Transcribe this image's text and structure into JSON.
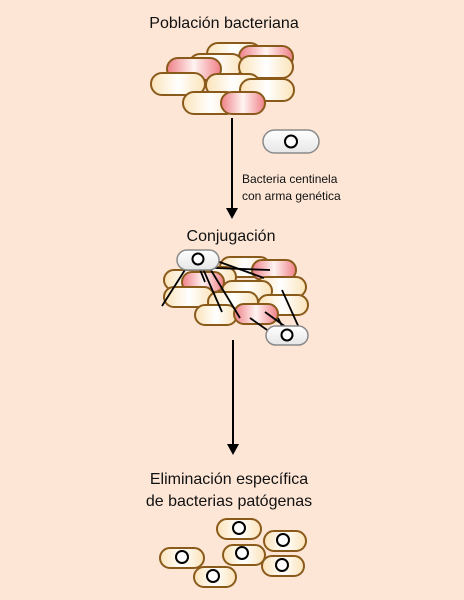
{
  "labels": {
    "population": "Población bacteriana",
    "sentinel_line1": "Bacteria centinela",
    "sentinel_line2": "con arma genética",
    "conjugation": "Conjugación",
    "elimination_line1": "Eliminación específica",
    "elimination_line2": "de bacterias patógenas"
  },
  "colors": {
    "background": "#fde6d6",
    "cell_outline": "#8a5a1a",
    "normal_cell_center": "#ffffff",
    "normal_cell_edge": "#fbe3b9",
    "pathogen_center": "#ffffff",
    "pathogen_edge": "#ef7f86",
    "sentinel_fill": "#f0f0f0",
    "sentinel_outline": "#8a8a8a",
    "plasmid": "#000000",
    "arrow": "#000000"
  },
  "icons": {
    "bacterium_normal": "rounded-cell-cream",
    "bacterium_pathogen": "rounded-cell-red",
    "bacterium_sentinel": "rounded-cell-grey-with-plasmid",
    "plasmid": "circle-plasmid-icon",
    "arrow": "down-arrow-icon"
  }
}
